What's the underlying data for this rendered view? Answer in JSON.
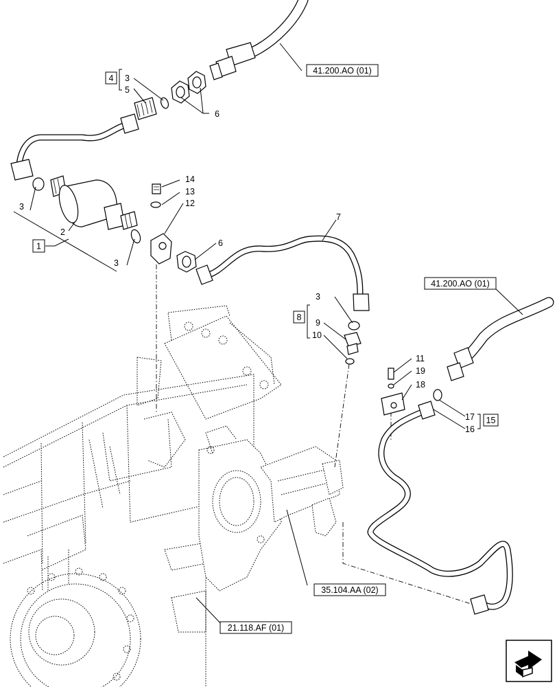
{
  "references": {
    "hose_top": "41.200.AO (01)",
    "hose_right": "41.200.AO (01)",
    "pump": "35.104.AA (02)",
    "housing": "21.118.AF (01)"
  },
  "kits": {
    "kit_1": "1",
    "kit_4": "4",
    "kit_8": "8",
    "kit_15": "15"
  },
  "callouts": {
    "c3a": "3",
    "c5": "5",
    "c6a": "6",
    "c3b": "3",
    "c2": "2",
    "c3c": "3",
    "c14": "14",
    "c13": "13",
    "c12": "12",
    "c6b": "6",
    "c7": "7",
    "c3d": "3",
    "c9": "9",
    "c10": "10",
    "c11": "11",
    "c19": "19",
    "c18": "18",
    "c17": "17",
    "c16": "16"
  },
  "icons": {
    "nav": "next-page-arrow-icon"
  }
}
